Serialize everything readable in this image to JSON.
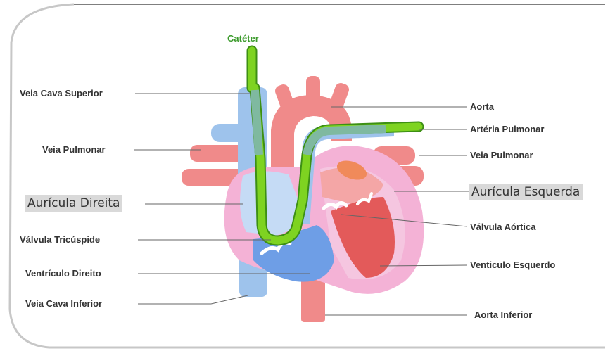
{
  "catheter_label": "Catéter",
  "labels_left": {
    "veia_cava_superior": "Veia Cava Superior",
    "veia_pulmonar": "Veia Pulmonar",
    "auricula_direita": "Aurícula Direita",
    "valvula_tricuspide": "Válvula Tricúspide",
    "ventriculo_direito": "Ventrículo Direito",
    "veia_cava_inferior": "Veia Cava Inferior"
  },
  "labels_right": {
    "aorta": "Aorta",
    "arteria_pulmonar": "Artéria Pulmonar",
    "veia_pulmonar": "Veia Pulmonar",
    "auricula_esquerda": "Aurícula Esquerda",
    "valvula_aortica": "Válvula Aórtica",
    "ventriculo_esquerdo": "Venticulo Esquerdo",
    "aorta_inferior": "Aorta Inferior"
  },
  "colors": {
    "catheter": "#7ed321",
    "catheter_stroke": "#3d8f14",
    "vein_blue": "#9ec3ec",
    "artery_red": "#f08a8a",
    "heart_pink": "#f4b2d6",
    "ventricle_red": "#e35a5a",
    "highlight_bg": "#d9d9d9"
  }
}
